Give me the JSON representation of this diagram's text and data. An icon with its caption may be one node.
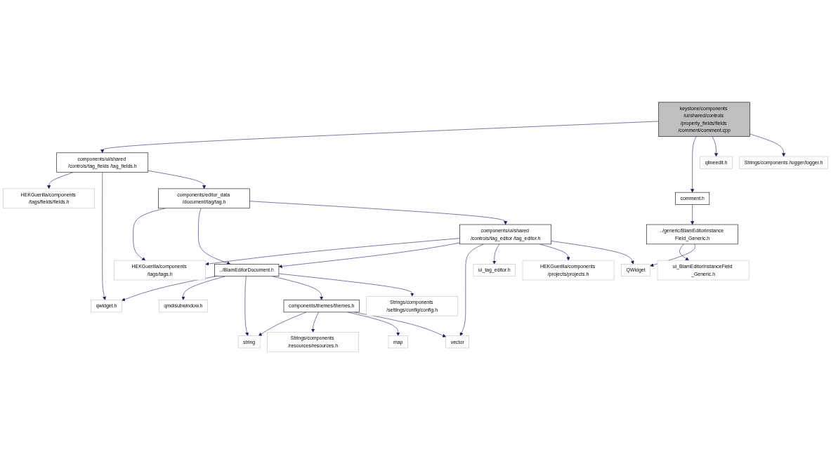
{
  "diagram": {
    "nodes": [
      {
        "text": [
          "keystone/components /ui/shared/controls /property_fields/fields /comment/comment.cpp"
        ]
      },
      {
        "text": [
          "components/ui/shared /controls/tag_fields /tag_fields.h"
        ]
      },
      {
        "text": [
          "comment.h"
        ]
      },
      {
        "text": [
          "qlineedit.h"
        ]
      },
      {
        "text": [
          "Strings/components /logger/logger.h"
        ]
      },
      {
        "text": [
          "HEKGuerilla/components /tags/fields/fields.h"
        ]
      },
      {
        "text": [
          "components/editor_data /document/tag/tag.h"
        ]
      },
      {
        "text": [
          "../generic/BlamEditorInstance Field_Generic.h"
        ]
      },
      {
        "text": [
          "components/ui/shared /controls/tag_editor /tag_editor.h"
        ]
      },
      {
        "text": [
          "ui_BlamEditorInstanceField _Generic.h"
        ]
      },
      {
        "text": [
          "HEKGuerilla/components /tags/tags.h"
        ]
      },
      {
        "text": [
          "../BlamEditorDocument.h"
        ]
      },
      {
        "text": [
          "ui_tag_editor.h"
        ]
      },
      {
        "text": [
          "HEKGuerilla/components /projects/projects.h"
        ]
      },
      {
        "text": [
          "QWidget"
        ]
      },
      {
        "text": [
          "qwidget.h"
        ]
      },
      {
        "text": [
          "qmdisubwindow.h"
        ]
      },
      {
        "text": [
          "Strings/components /settings/config/config.h"
        ]
      },
      {
        "text": [
          "components/themes/themes.h"
        ]
      },
      {
        "text": [
          "string"
        ]
      },
      {
        "text": [
          "Strings/components /resources/resources.h"
        ]
      },
      {
        "text": [
          "map"
        ]
      },
      {
        "text": [
          "vector"
        ]
      }
    ],
    "edges": [
      {
        "from": 0,
        "to": 1,
        "arrow": "to"
      },
      {
        "from": 0,
        "to": 2,
        "arrow": "to"
      },
      {
        "from": 0,
        "to": 3,
        "arrow": "to"
      },
      {
        "from": 0,
        "to": 4,
        "arrow": "to"
      },
      {
        "from": 1,
        "to": 5,
        "arrow": "to"
      },
      {
        "from": 1,
        "to": 15,
        "arrow": "to"
      },
      {
        "from": 1,
        "to": 6,
        "arrow": "to"
      },
      {
        "from": 2,
        "to": 7,
        "arrow": "to"
      },
      {
        "from": 6,
        "to": 10,
        "arrow": "to"
      },
      {
        "from": 6,
        "to": 11,
        "arrow": "to"
      },
      {
        "from": 6,
        "to": 8,
        "arrow": "to"
      },
      {
        "from": 7,
        "to": 9,
        "arrow": "to"
      },
      {
        "from": 7,
        "to": 14,
        "arrow": "to"
      },
      {
        "from": 8,
        "to": 10,
        "arrow": "to"
      },
      {
        "from": 8,
        "to": 11,
        "arrow": "to"
      },
      {
        "from": 8,
        "to": 22,
        "arrow": "to"
      },
      {
        "from": 8,
        "to": 12,
        "arrow": "to"
      },
      {
        "from": 8,
        "to": 13,
        "arrow": "to"
      },
      {
        "from": 8,
        "to": 14,
        "arrow": "to"
      },
      {
        "from": 11,
        "to": 15,
        "arrow": "to"
      },
      {
        "from": 11,
        "to": 16,
        "arrow": "to"
      },
      {
        "from": 11,
        "to": 19,
        "arrow": "to"
      },
      {
        "from": 11,
        "to": 18,
        "arrow": "to"
      },
      {
        "from": 11,
        "to": 17,
        "arrow": "to"
      },
      {
        "from": 18,
        "to": 19,
        "arrow": "to"
      },
      {
        "from": 18,
        "to": 20,
        "arrow": "to"
      },
      {
        "from": 18,
        "to": 21,
        "arrow": "to"
      },
      {
        "from": 18,
        "to": 22,
        "arrow": "to"
      }
    ]
  }
}
